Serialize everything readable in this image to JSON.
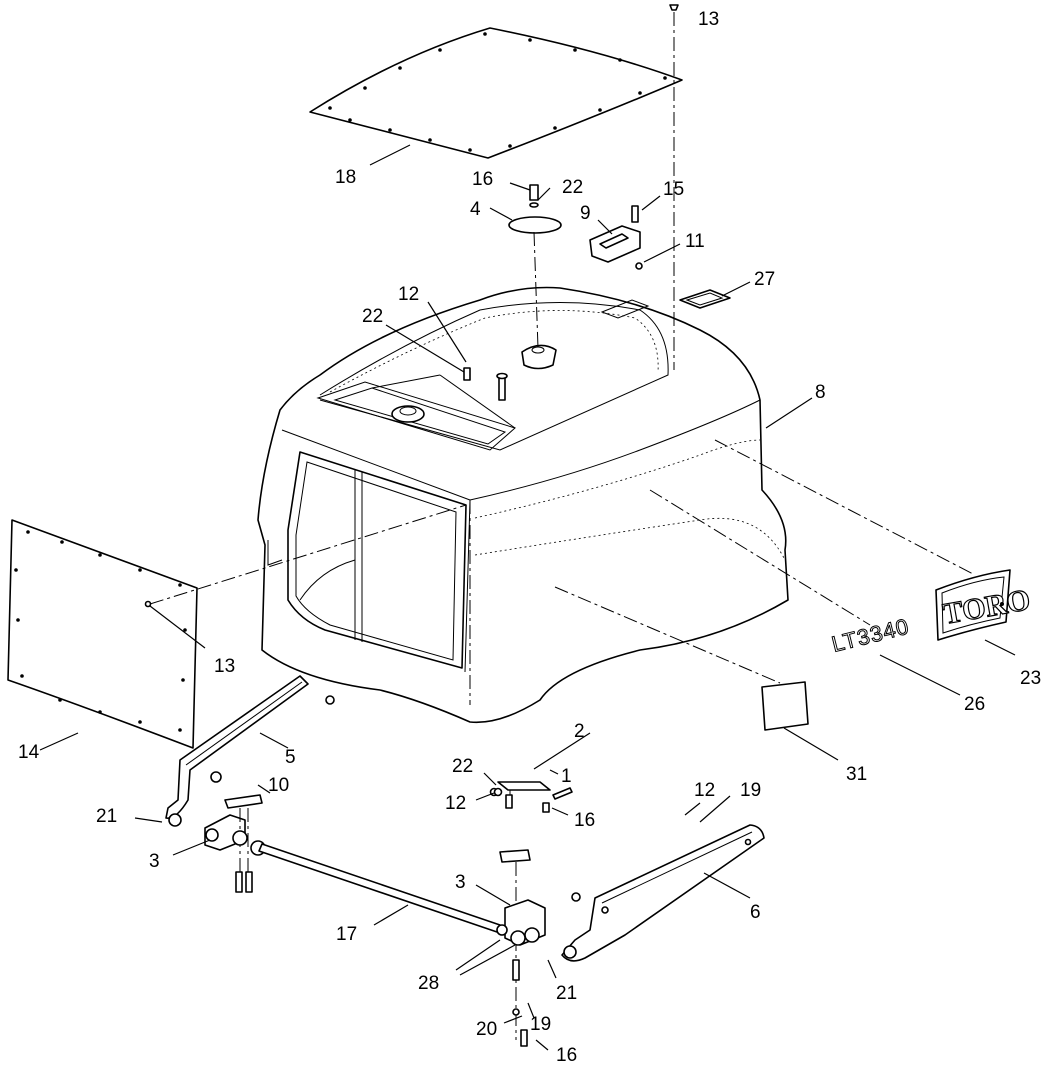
{
  "callouts": [
    {
      "id": "c-13-top",
      "label": "13"
    },
    {
      "id": "c-18",
      "label": "18"
    },
    {
      "id": "c-16-top",
      "label": "16"
    },
    {
      "id": "c-22-top",
      "label": "22"
    },
    {
      "id": "c-4",
      "label": "4"
    },
    {
      "id": "c-9",
      "label": "9"
    },
    {
      "id": "c-15",
      "label": "15"
    },
    {
      "id": "c-11",
      "label": "11"
    },
    {
      "id": "c-27",
      "label": "27"
    },
    {
      "id": "c-12-top",
      "label": "12"
    },
    {
      "id": "c-22-mid",
      "label": "22"
    },
    {
      "id": "c-8",
      "label": "8"
    },
    {
      "id": "c-13-left",
      "label": "13"
    },
    {
      "id": "c-23",
      "label": "23"
    },
    {
      "id": "c-26",
      "label": "26"
    },
    {
      "id": "c-14",
      "label": "14"
    },
    {
      "id": "c-5",
      "label": "5"
    },
    {
      "id": "c-2",
      "label": "2"
    },
    {
      "id": "c-1",
      "label": "1"
    },
    {
      "id": "c-31",
      "label": "31"
    },
    {
      "id": "c-22-low",
      "label": "22"
    },
    {
      "id": "c-12-low",
      "label": "12"
    },
    {
      "id": "c-16-mid",
      "label": "16"
    },
    {
      "id": "c-10",
      "label": "10"
    },
    {
      "id": "c-21-left",
      "label": "21"
    },
    {
      "id": "c-3-left",
      "label": "3"
    },
    {
      "id": "c-12-right",
      "label": "12"
    },
    {
      "id": "c-19-right",
      "label": "19"
    },
    {
      "id": "c-6",
      "label": "6"
    },
    {
      "id": "c-3-mid",
      "label": "3"
    },
    {
      "id": "c-17",
      "label": "17"
    },
    {
      "id": "c-28",
      "label": "28"
    },
    {
      "id": "c-21-low",
      "label": "21"
    },
    {
      "id": "c-20",
      "label": "20"
    },
    {
      "id": "c-19-low",
      "label": "19"
    },
    {
      "id": "c-16-low",
      "label": "16"
    }
  ],
  "decals": {
    "model_text": "LT3340",
    "brand_text": "TORO"
  }
}
